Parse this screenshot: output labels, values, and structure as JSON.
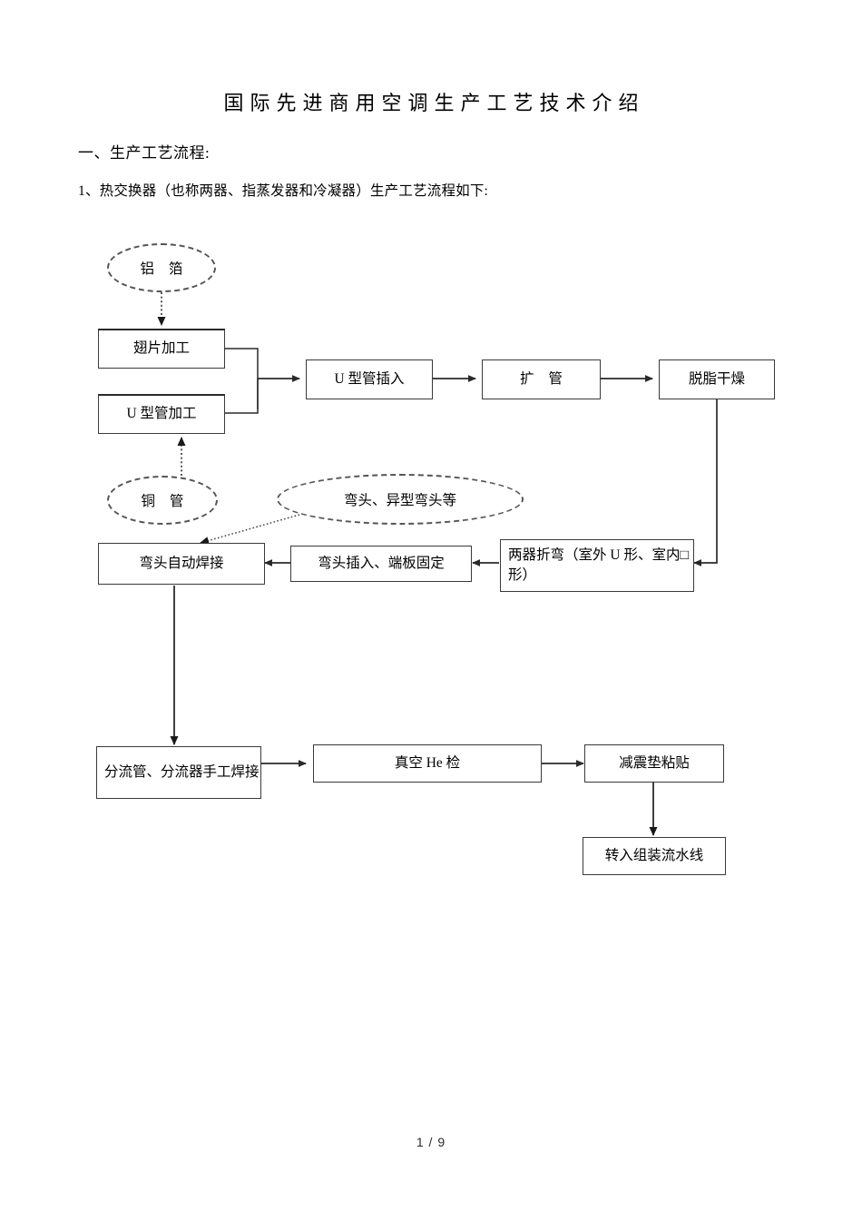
{
  "document": {
    "title": "国际先进商用空调生产工艺技术介绍",
    "section_heading": "一、生产工艺流程:",
    "subsection_line": "1、热交换器（也称两器、指蒸发器和冷凝器）生产工艺流程如下:",
    "footer": "1 / 9"
  },
  "flowchart": {
    "nodes": {
      "aluminum_foil": "铝  箔",
      "copper_tube": "铜  管",
      "elbows": "弯头、异型弯头等",
      "fin_processing": "翅片加工",
      "u_tube_processing": "U 型管加工",
      "u_tube_insert": "U 型管插入",
      "tube_expansion": "扩  管",
      "degrease_drying": "脱脂干燥",
      "two_device_bending": "两器折弯（室外 U 形、室内□形）",
      "elbow_insert_endplate": "弯头插入、端板固定",
      "elbow_auto_welding": "弯头自动焊接",
      "manifold_hand_welding": "分流管、分流器手工焊接",
      "vacuum_he_test": "真空 He 检",
      "damping_pad": "减震垫粘贴",
      "transfer_to_assembly": "转入组装流水线"
    }
  },
  "colors": {
    "page_background": "#ffffff",
    "text": "#000000",
    "box_border": "#3a3a3a",
    "ellipse_border": "#555555",
    "connector": "#2a2a2a"
  }
}
